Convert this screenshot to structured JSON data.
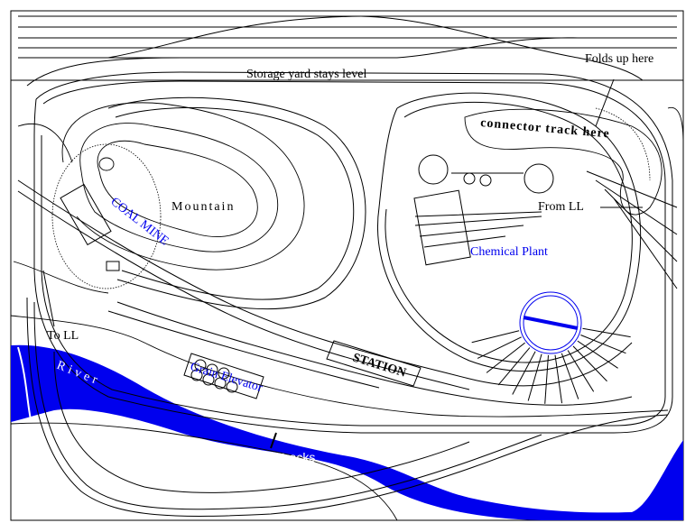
{
  "labels": {
    "storage_yard": "Storage yard stays level",
    "folds_up": "Folds up here",
    "connector": "connector track here",
    "mountain": "Mountain",
    "coal_mine": "COAL MINE",
    "from_ll": "From LL",
    "chemical_plant": "Chemical Plant",
    "to_ll": "To LL",
    "river": "River",
    "station": "STATION",
    "grain_elevator": "Grain Elevator",
    "lower_level": "lower level tracks"
  },
  "colors": {
    "river": "#0000ee",
    "label_blue": "#0000ee",
    "lines": "#000000",
    "background": "#ffffff"
  }
}
